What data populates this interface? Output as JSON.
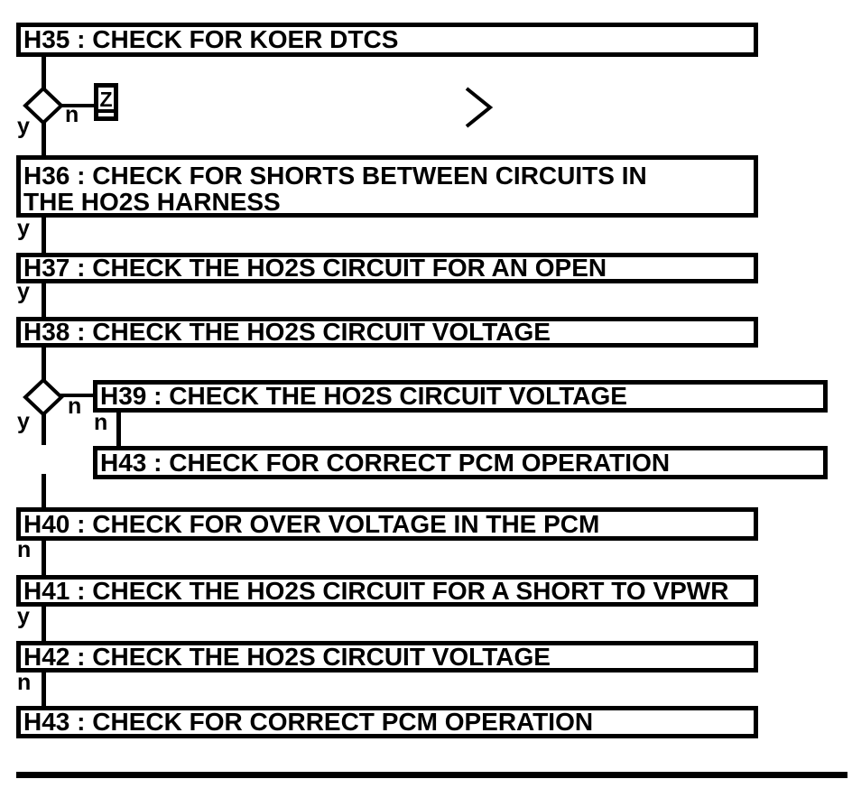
{
  "colors": {
    "ink": "#000000",
    "paper": "#ffffff"
  },
  "flowchart": {
    "branch_labels": {
      "yes": "y",
      "no": "n"
    },
    "connector": {
      "label": "Z"
    },
    "nodes": [
      {
        "id": "H35",
        "label": "H35 : CHECK FOR KOER DTCS"
      },
      {
        "id": "H36",
        "label": "H36 : CHECK FOR SHORTS BETWEEN CIRCUITS IN THE HO2S HARNESS"
      },
      {
        "id": "H37",
        "label": "H37 : CHECK THE HO2S CIRCUIT FOR AN OPEN"
      },
      {
        "id": "H38",
        "label": "H38 : CHECK THE HO2S CIRCUIT VOLTAGE"
      },
      {
        "id": "H39",
        "label": "H39 : CHECK THE HO2S CIRCUIT VOLTAGE"
      },
      {
        "id": "H43a",
        "label": "H43 : CHECK FOR CORRECT PCM OPERATION"
      },
      {
        "id": "H40",
        "label": "H40 : CHECK FOR OVER VOLTAGE IN THE PCM"
      },
      {
        "id": "H41",
        "label": "H41 : CHECK THE HO2S CIRCUIT FOR A SHORT TO VPWR"
      },
      {
        "id": "H42",
        "label": "H42 : CHECK THE HO2S CIRCUIT VOLTAGE"
      },
      {
        "id": "H43b",
        "label": "H43 : CHECK FOR CORRECT PCM OPERATION"
      }
    ]
  }
}
